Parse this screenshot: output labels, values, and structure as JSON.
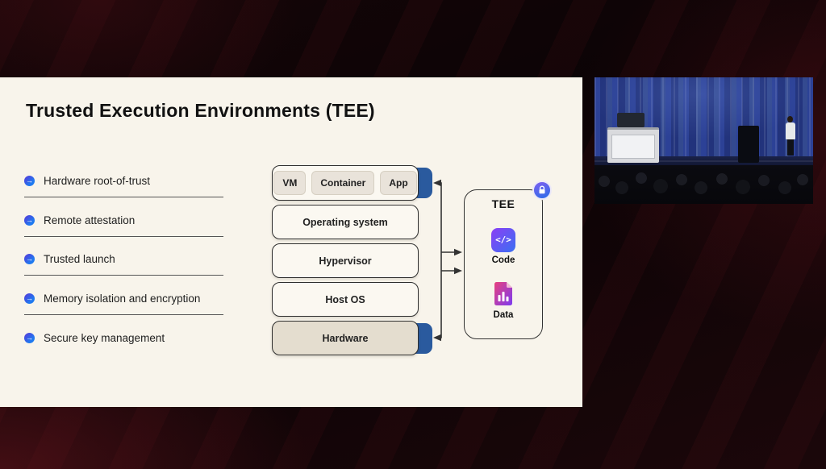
{
  "slide": {
    "title": "Trusted Execution Environments (TEE)",
    "bullet_glyph": "→",
    "bullets": [
      "Hardware root-of-trust",
      "Remote attestation",
      "Trusted launch",
      "Memory isolation and encryption",
      "Secure key management"
    ],
    "stack": {
      "workload_chips": [
        "VM",
        "Container",
        "App"
      ],
      "layers": [
        "Operating system",
        "Hypervisor",
        "Host OS",
        "Hardware"
      ]
    },
    "tee_panel": {
      "title": "TEE",
      "code_glyph": "</>",
      "items": [
        {
          "icon": "code-icon",
          "label": "Code"
        },
        {
          "icon": "data-icon",
          "label": "Data"
        }
      ]
    },
    "colors": {
      "slide_background": "#f8f4eb",
      "accent_tab_blue": "#2a5a9e",
      "hardware_fill": "#e4ddcf",
      "chip_fill": "#e9e3da",
      "outline": "#2e2e2e",
      "bullet_icon_blue": "#1f7af0",
      "code_icon_gradient": [
        "#8b3ff5",
        "#3a6ff2"
      ],
      "data_icon_gradient": [
        "#e8417e",
        "#7d3bf0"
      ],
      "lock_badge_blue": "#2b6de8"
    }
  }
}
